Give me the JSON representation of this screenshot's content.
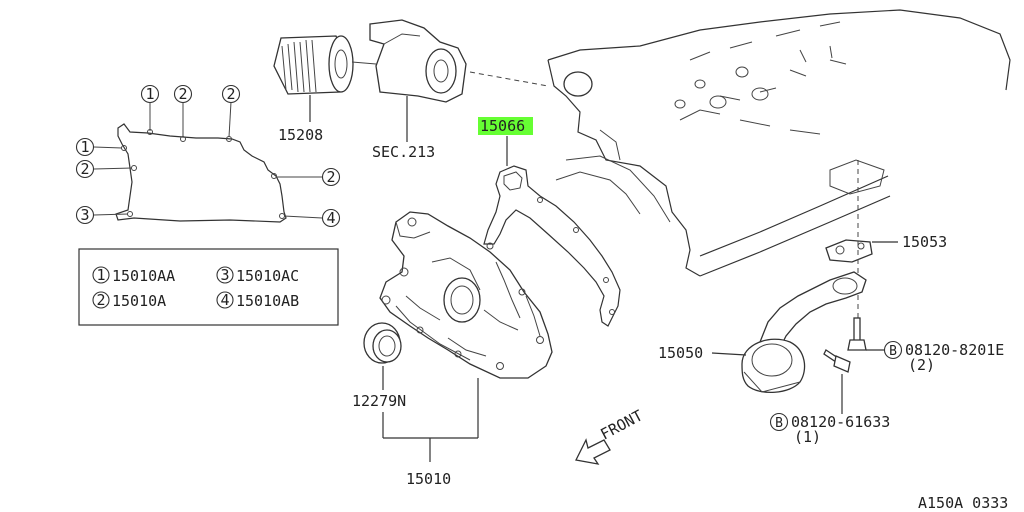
{
  "parts": {
    "oil_filter": "15208",
    "sec": "SEC.213",
    "gasket_highlight": "15066",
    "gasket_connector": "15053",
    "strainer": "15050",
    "bolt_a": "08120-8201E",
    "bolt_a_qty": "(2)",
    "bolt_b": "08120-61633",
    "bolt_b_qty": "(1)",
    "seal": "12279N",
    "pump_assembly": "15010",
    "front": "FRONT",
    "code": "A150A 0333",
    "bolt_prefix": "B"
  },
  "callouts": [
    "1",
    "2",
    "2",
    "1",
    "2",
    "2",
    "3",
    "4"
  ],
  "legend": [
    {
      "num": "1",
      "part": "15010AA"
    },
    {
      "num": "3",
      "part": "15010AC"
    },
    {
      "num": "2",
      "part": "15010A"
    },
    {
      "num": "4",
      "part": "15010AB"
    }
  ],
  "colors": {
    "highlight": "#66ff33",
    "line": "#333333"
  }
}
